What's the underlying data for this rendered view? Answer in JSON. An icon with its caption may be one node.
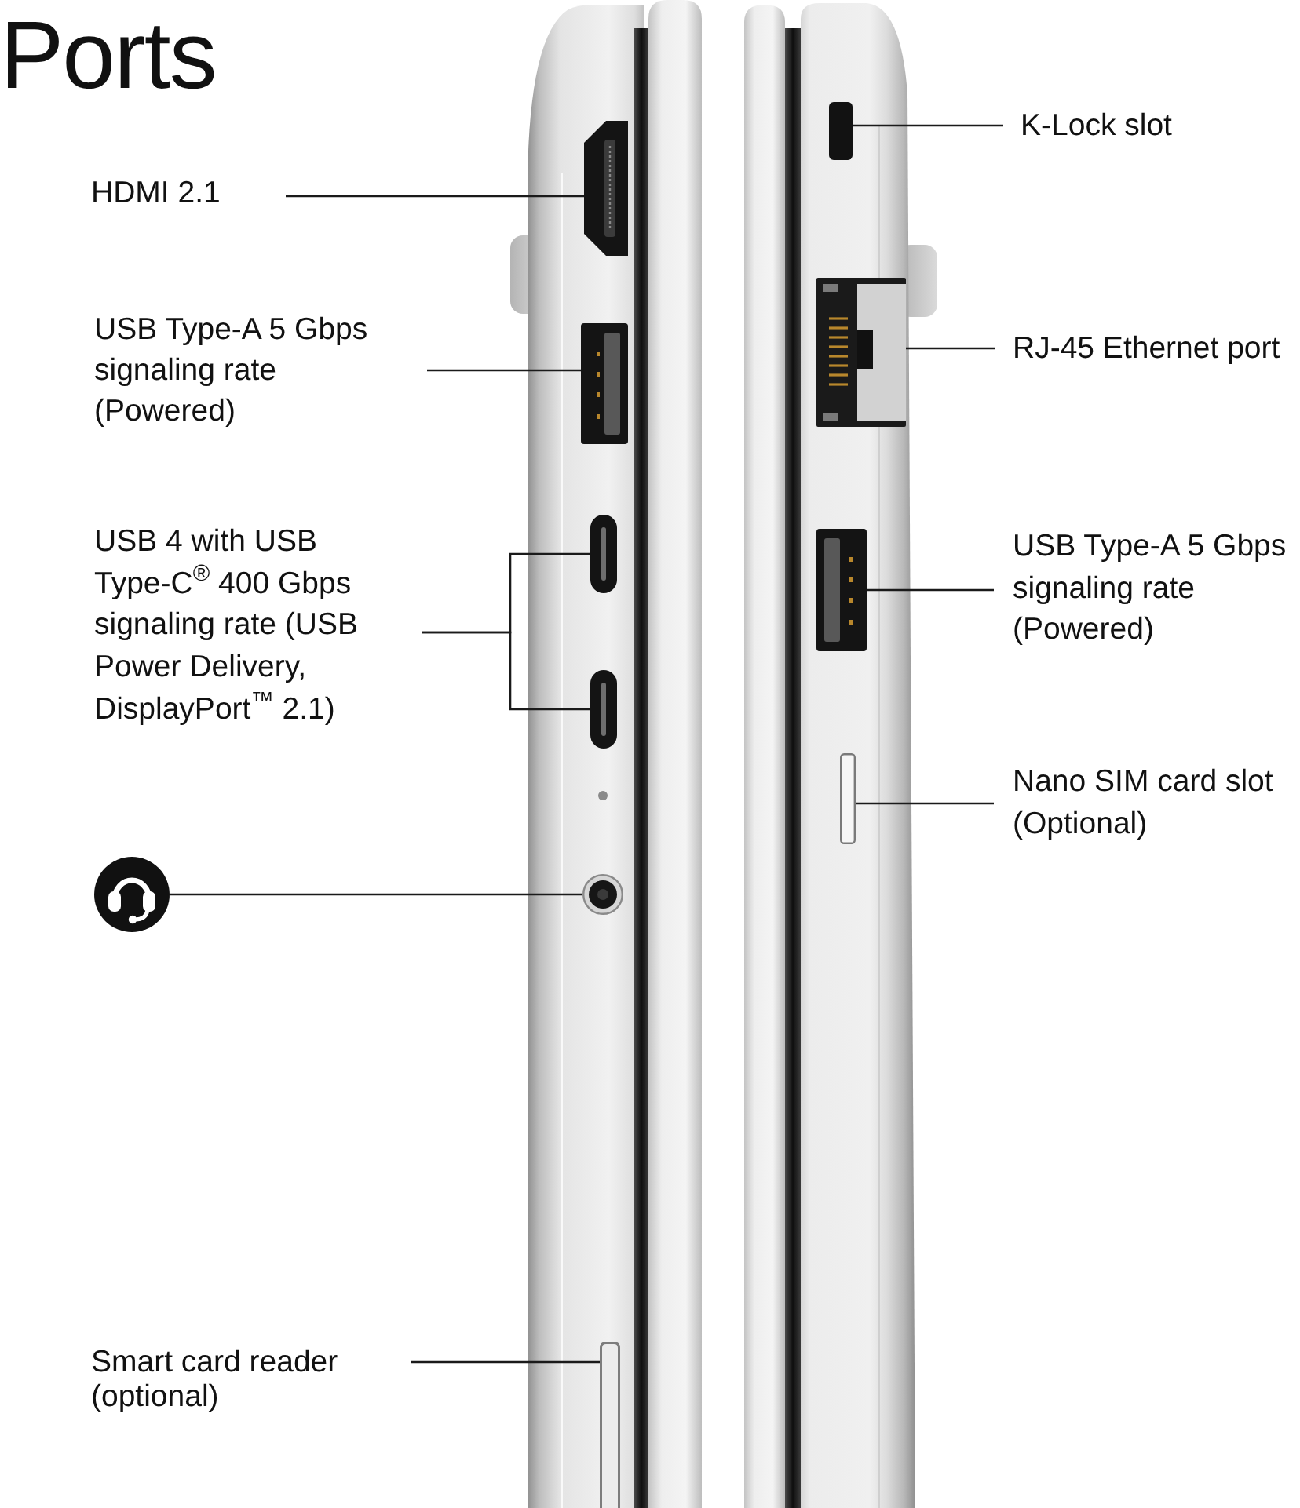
{
  "diagram": {
    "title": "Ports",
    "nodes": [
      {
        "text": [
          "HDMI 2.1"
        ]
      },
      {
        "text": [],
        "shape": "box"
      },
      {
        "text": [
          "USB Type-A 5 Gbps signaling rate (Powered)"
        ]
      },
      {
        "text": [],
        "shape": "box"
      },
      {
        "text": [
          "USB 4 with USB Type-C$^{®}$ 400 Gbps signaling rate (USB Power Delivery, DisplayPort$^{™}$ 2.1)"
        ]
      },
      {
        "text": [],
        "shape": "box"
      },
      {
        "text": [],
        "shape": "box"
      },
      {
        "text": [],
        "shape": "circle"
      },
      {
        "text": [],
        "shape": "circle"
      },
      {
        "text": [
          "Smart card reader (optional)"
        ]
      },
      {
        "text": [],
        "shape": "box"
      },
      {
        "text": [
          "K-Lock slot"
        ]
      },
      {
        "text": [],
        "shape": "box"
      },
      {
        "text": [
          "RJ-45 Ethernet port"
        ]
      },
      {
        "text": [],
        "shape": "box"
      },
      {
        "text": [
          "USB Type-A 5 Gbps signaling rate (Powered)"
        ]
      },
      {
        "text": [],
        "shape": "box"
      },
      {
        "text": [
          "Nano SIM card slot (Optional)"
        ]
      },
      {
        "text": [],
        "shape": "box"
      }
    ],
    "edges": [
      {
        "from": 0,
        "to": 1,
        "arrow": "none"
      },
      {
        "from": 2,
        "to": 3,
        "arrow": "none"
      },
      {
        "from": 4,
        "to": 5,
        "arrow": "none"
      },
      {
        "from": 4,
        "to": 6,
        "arrow": "none"
      },
      {
        "from": 7,
        "to": 8,
        "arrow": "none"
      },
      {
        "from": 9,
        "to": 10,
        "arrow": "none"
      },
      {
        "from": 11,
        "to": 12,
        "arrow": "none"
      },
      {
        "from": 13,
        "to": 14,
        "arrow": "none"
      },
      {
        "from": 15,
        "to": 16,
        "arrow": "none"
      },
      {
        "from": 17,
        "to": 18,
        "arrow": "none"
      }
    ]
  }
}
